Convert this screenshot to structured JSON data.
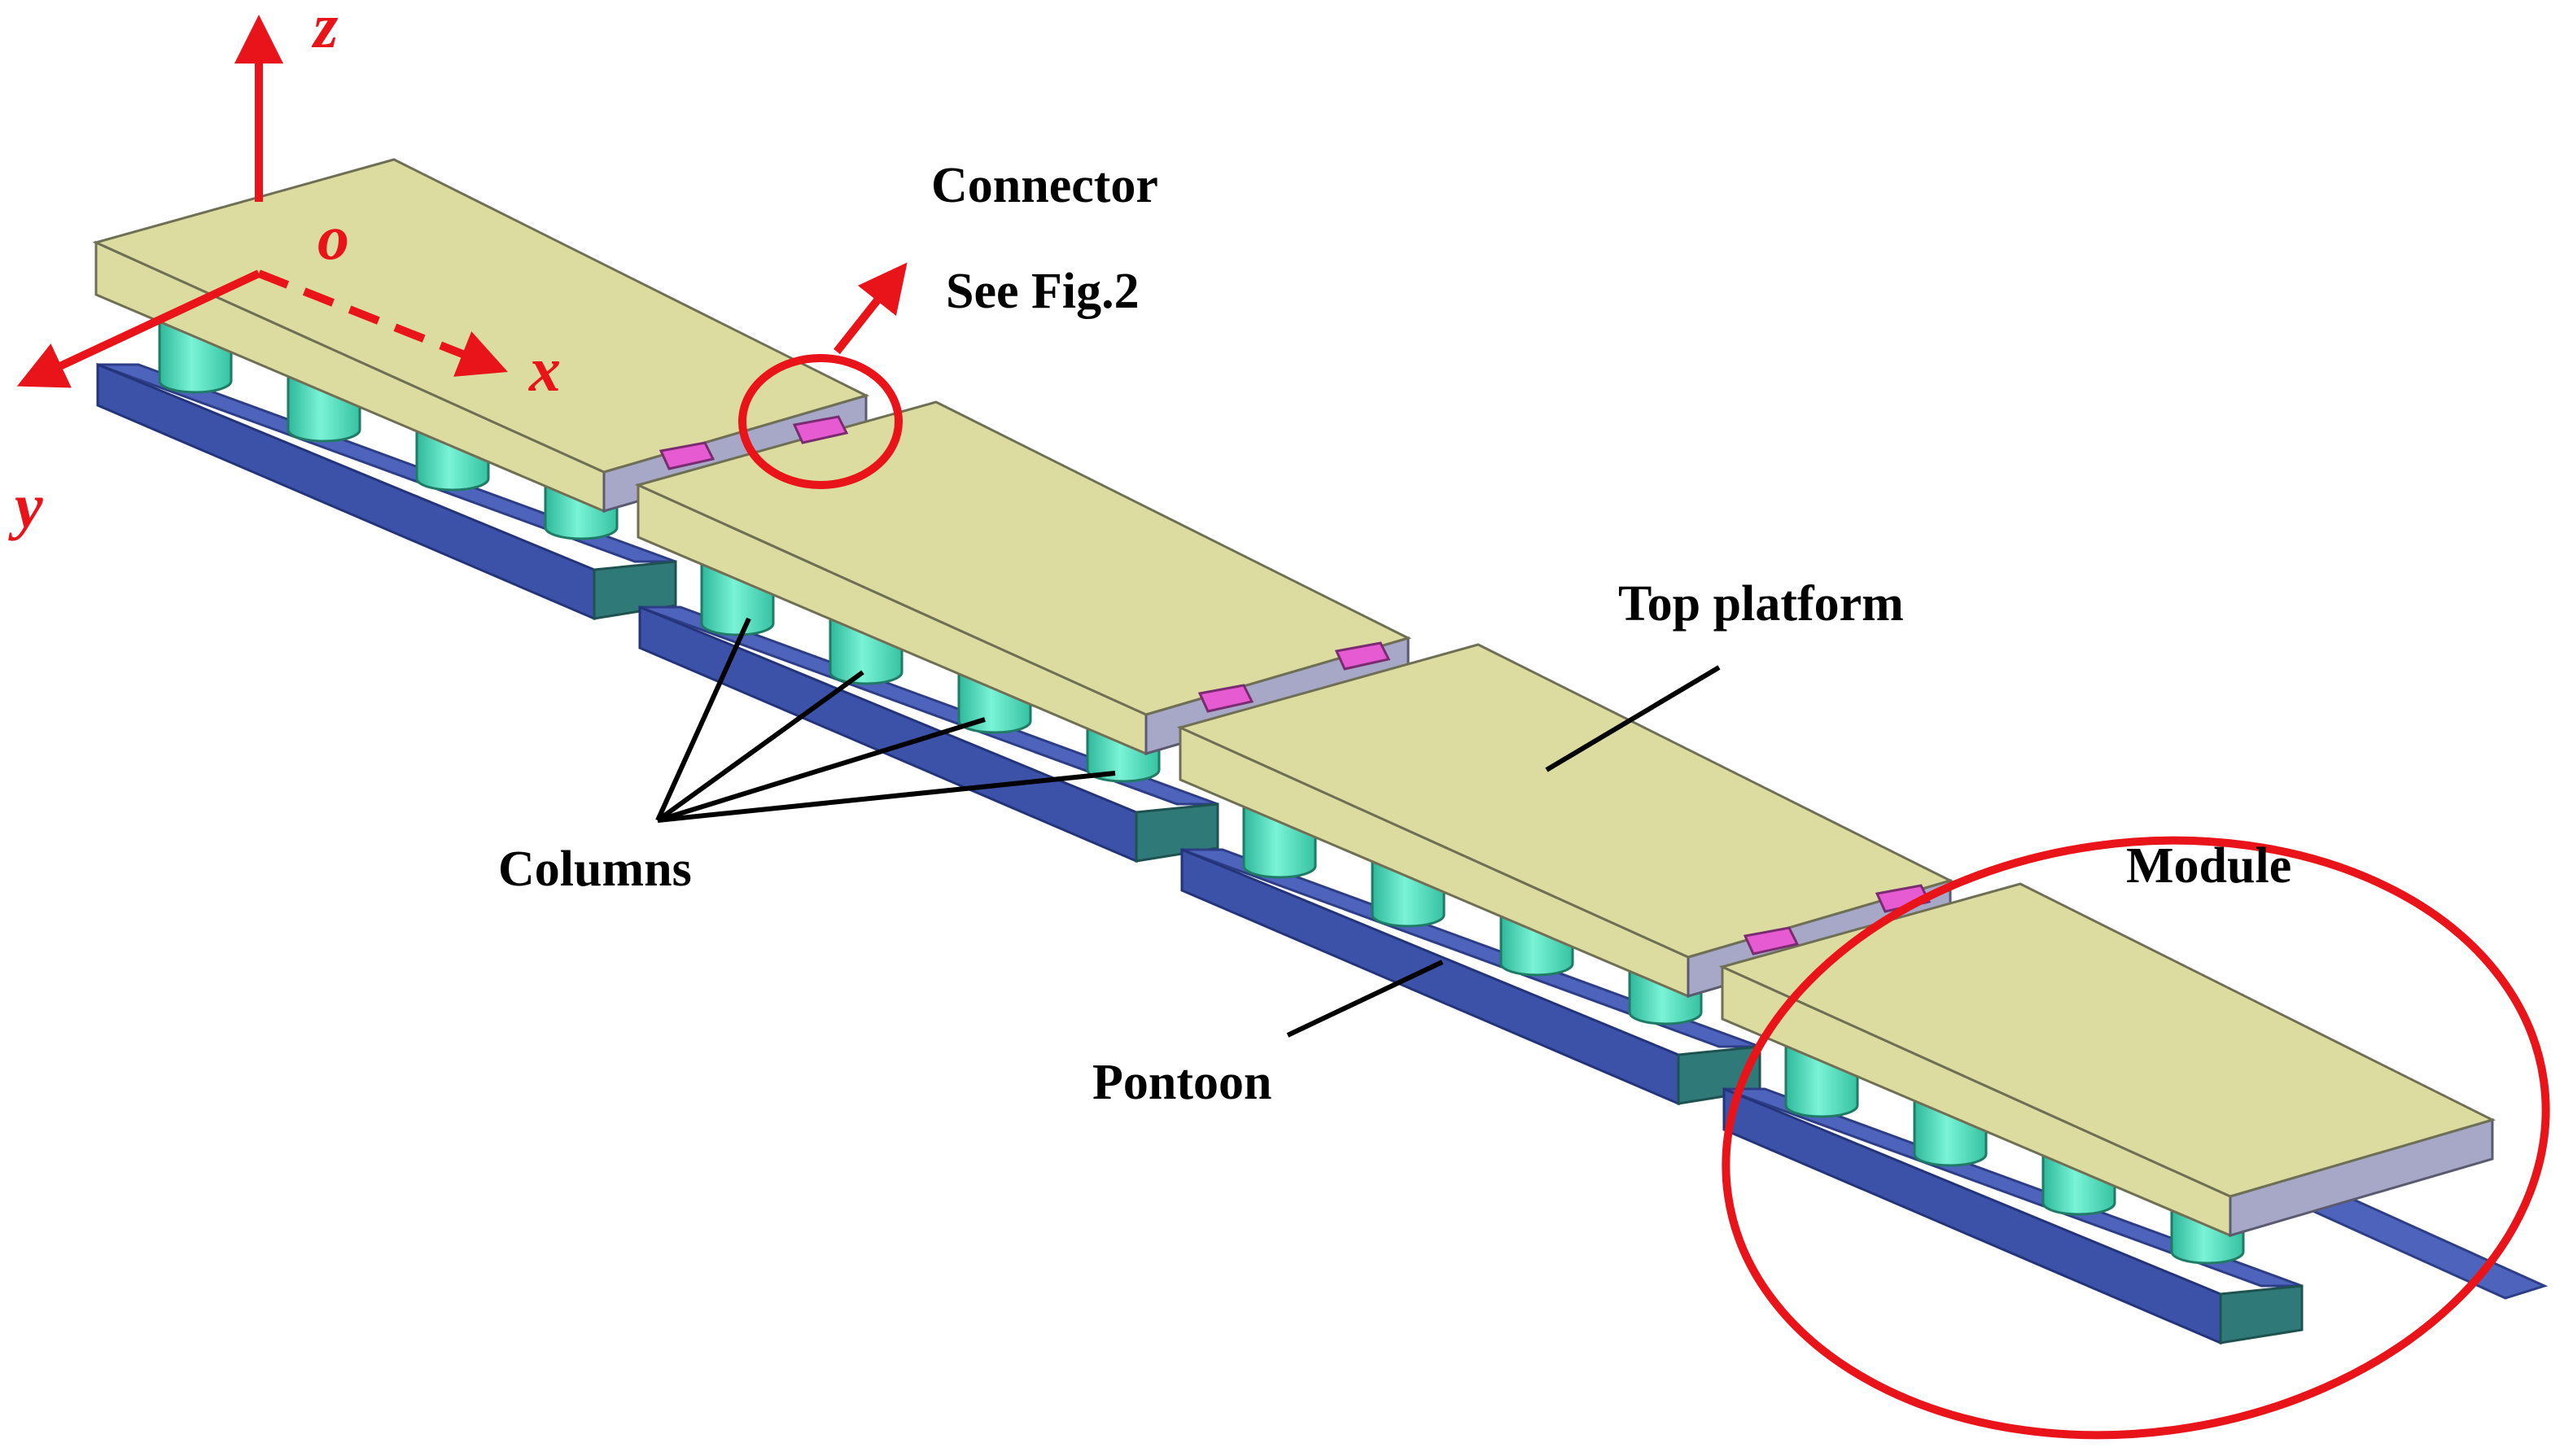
{
  "labels": {
    "connector": "Connector",
    "see_fig": "See Fig.2",
    "top_platform": "Top platform",
    "columns": "Columns",
    "pontoon": "Pontoon",
    "module": "Module"
  },
  "axes": {
    "x": "x",
    "y": "y",
    "z": "z",
    "origin": "o"
  },
  "colors": {
    "platform": "#dcdca0",
    "pontoon": "#4e64bc",
    "column": "#5fe3c0",
    "connector": "#e65ad2",
    "annotation": "#e8141a"
  }
}
